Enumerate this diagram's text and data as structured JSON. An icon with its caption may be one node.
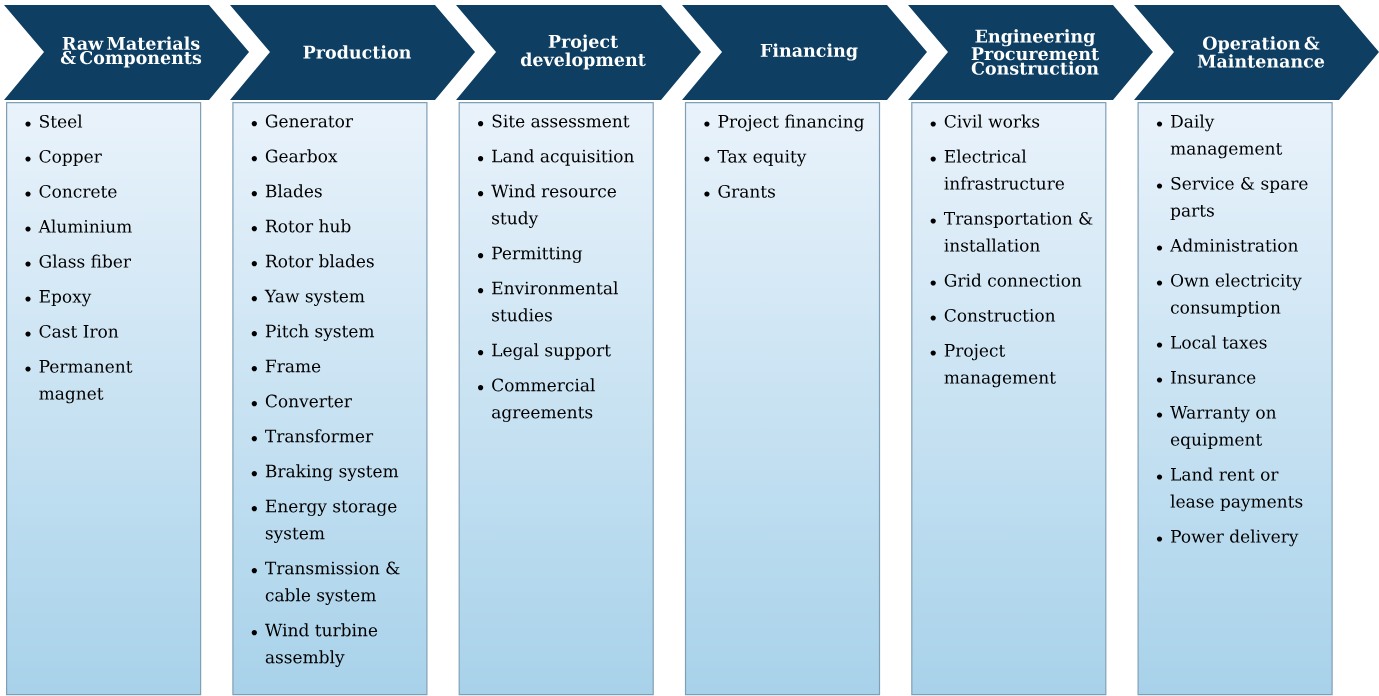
{
  "diagram": {
    "nodes": [
      {
        "text": [
          "Raw Materials & Components"
        ]
      },
      {
        "text": [
          "Production"
        ]
      },
      {
        "text": [
          "Project development"
        ]
      },
      {
        "text": [
          "Financing"
        ]
      },
      {
        "text": [
          "Engineering Procurement Construction"
        ]
      },
      {
        "text": [
          "Operation & Maintenance"
        ]
      },
      {
        "text": [
          "Steel",
          "Copper",
          "Concrete",
          "Aluminium",
          "Glass fiber",
          "Epoxy",
          "Cast Iron",
          "Permanent magnet"
        ]
      },
      {
        "text": [
          "Generator",
          "Gearbox",
          "Blades",
          "Rotor hub",
          "Rotor blades",
          "Yaw system",
          "Pitch system",
          "Frame",
          "Converter",
          "Transformer",
          "Braking system",
          "Energy storage system",
          "Transmission & cable system",
          "Wind turbine assembly"
        ]
      },
      {
        "text": [
          "Site assessment",
          "Land acquisition",
          "Wind resource study",
          "Permitting",
          "Environmental studies",
          "Legal support",
          "Commercial agreements"
        ]
      },
      {
        "text": [
          "Project financing",
          "Tax equity",
          "Grants"
        ]
      },
      {
        "text": [
          "Civil works",
          "Electrical infrastructure",
          "Transportation & installation",
          "Grid connection",
          "Construction",
          "Project management"
        ]
      },
      {
        "text": [
          "Daily management",
          "Service & spare parts",
          "Administration",
          "Own electricity consumption",
          "Local taxes",
          "Insurance",
          "Warranty on equipment",
          "Land rent or lease payments",
          "Power delivery"
        ]
      }
    ]
  }
}
